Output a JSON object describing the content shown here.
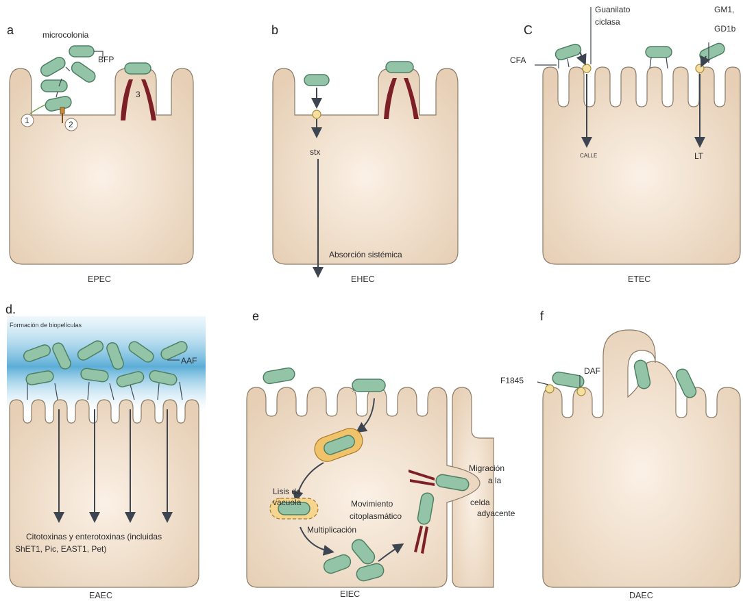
{
  "panels": {
    "a": {
      "letter": "a",
      "caption": "EPEC",
      "microcolony": "microcolonia",
      "bfp": "BFP",
      "marker_1": "1",
      "marker_2": "2",
      "marker_3": "3"
    },
    "b": {
      "letter": "b",
      "caption": "EHEC",
      "stx": "stx",
      "systemic": "Absorción sistémica"
    },
    "c": {
      "letter": "C",
      "caption": "ETEC",
      "guanylate_1": "Guanilato",
      "guanylate_2": "ciclasa",
      "gm1_1": "GM1,",
      "gm1_2": "GD1b",
      "cfa": "CFA",
      "calle": "CALLE",
      "lt": "LT"
    },
    "d": {
      "letter": "d.",
      "caption": "EAEC",
      "biofilm": "Formación de biopelículas",
      "aaf": "AAF",
      "toxins_1": "Citotoxinas y enterotoxinas (incluidas",
      "toxins_2": "ShET1, Pic, EAST1, Pet)"
    },
    "e": {
      "letter": "e",
      "caption": "EIEC",
      "lysis_1": "Lisis de",
      "lysis_2": "vacuola",
      "movement_1": "Movimiento",
      "movement_2": "citoplasmático",
      "multiplication": "Multiplicación",
      "migration_1": "Migración",
      "migration_2": "a la",
      "migration_3": "celda",
      "migration_4": "adyacente"
    },
    "f": {
      "letter": "f",
      "caption": "DAEC",
      "f1845": "F1845",
      "daf": "DAF"
    }
  },
  "colors": {
    "cell": "#ecd9c3",
    "bacterium": "#93c4a7",
    "actin": "#7c1f27",
    "receptor": "#f4dfa0",
    "biofilm": "#4aa8d6"
  }
}
